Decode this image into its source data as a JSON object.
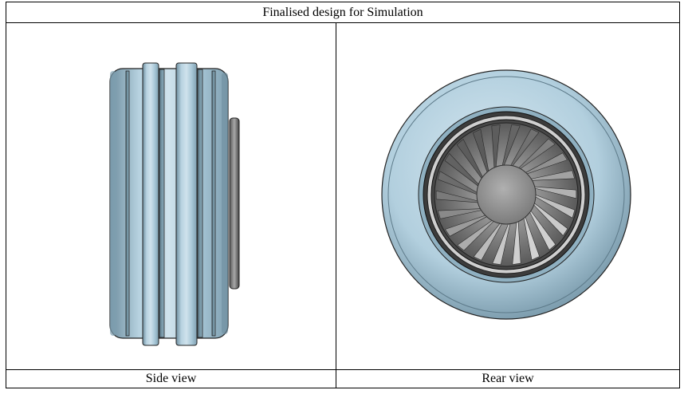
{
  "table": {
    "title": "Finalised design for Simulation",
    "captions": {
      "left": "Side view",
      "right": "Rear view"
    }
  },
  "colors": {
    "tyre": "#a9c8d8",
    "tyre_highlight": "#cfe2ec",
    "tyre_shadow": "#6f8fa0",
    "rim": "#8c8c8c",
    "hub": "#9a9a9a",
    "outline": "#1e1e1e"
  }
}
